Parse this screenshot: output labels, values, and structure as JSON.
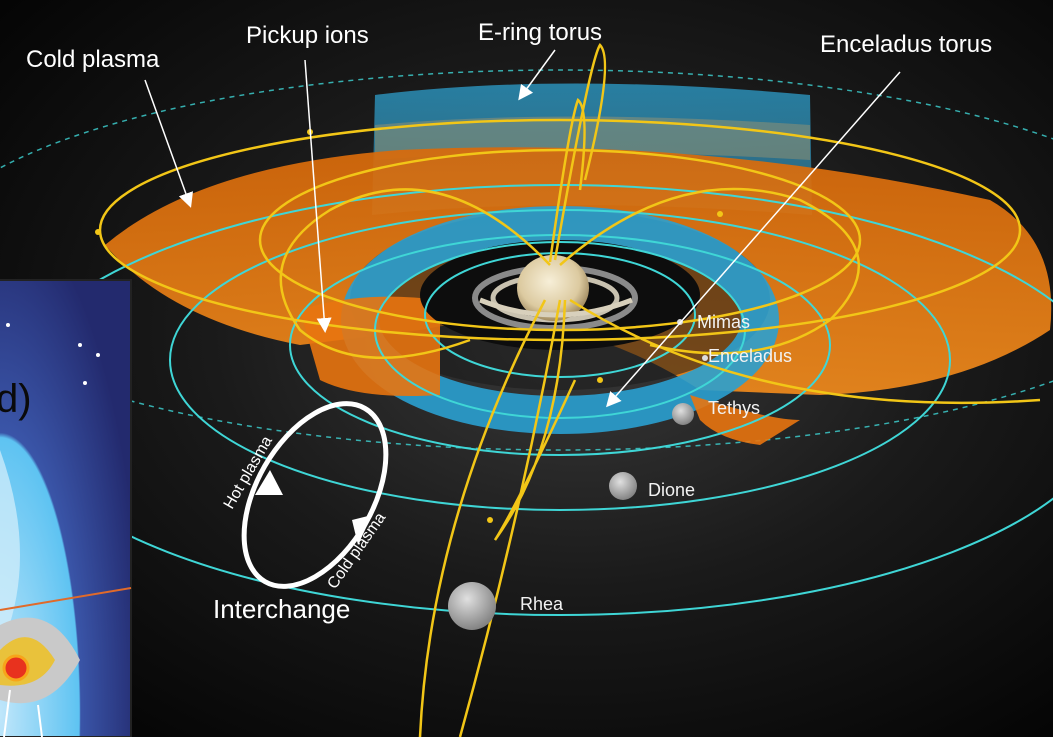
{
  "labels": {
    "cold_plasma": "Cold plasma",
    "pickup_ions": "Pickup ions",
    "e_ring_torus": "E-ring torus",
    "enceladus_torus": "Enceladus torus",
    "hot_plasma": "Hot plasma",
    "cold_plasma_flow": "Cold plasma",
    "interchange": "Interchange"
  },
  "moons": {
    "mimas": "Mimas",
    "enceladus": "Enceladus",
    "tethys": "Tethys",
    "dione": "Dione",
    "rhea": "Rhea"
  },
  "inset": {
    "partial_text": "d)"
  },
  "colors": {
    "background": "#0b0b0b",
    "plasma_orange": "#e8740f",
    "torus_blue": "#2aa0d0",
    "field_line_yellow": "#f2c617",
    "orbit_cyan": "#3fd6d6",
    "inset_sky": "#5ec3f2",
    "inset_space": "#232a6e"
  }
}
